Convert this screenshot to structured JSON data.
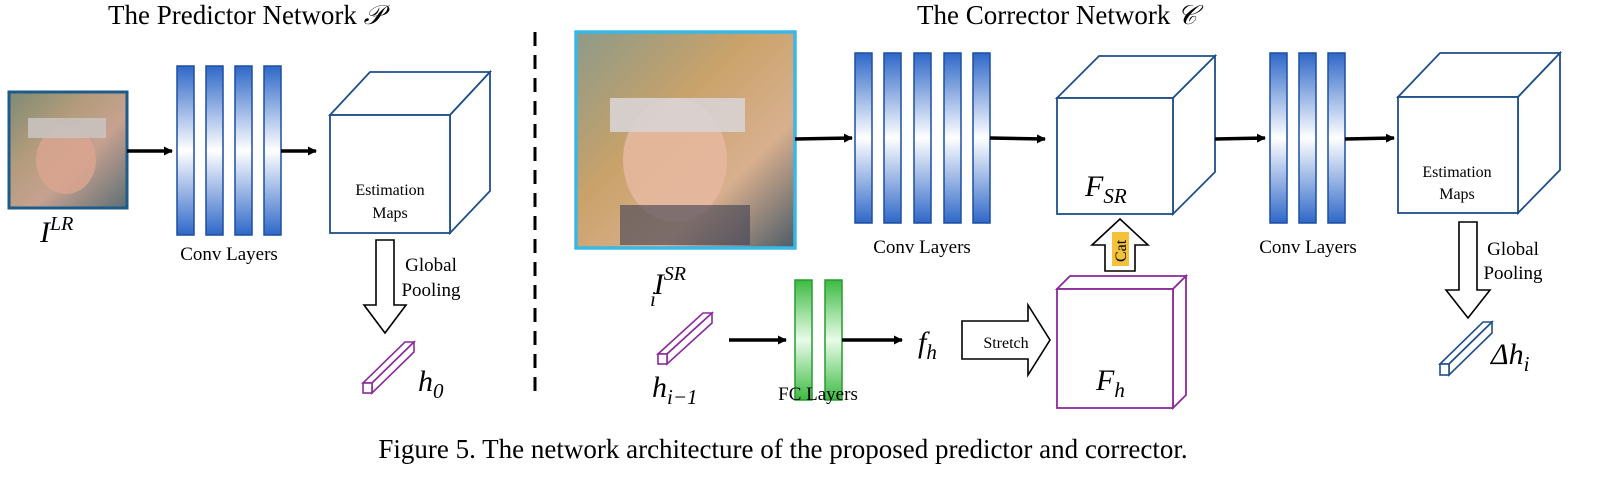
{
  "predictor": {
    "title": "The Predictor Network",
    "title_symbol": "𝒫",
    "input_base": "I",
    "input_sup": "LR",
    "conv_label": "Conv Layers",
    "maps_label_1": "Estimation",
    "maps_label_2": "Maps",
    "pool_label_1": "Global",
    "pool_label_2": "Pooling",
    "output_base": "h",
    "output_sub": "0"
  },
  "corrector": {
    "title": "The Corrector Network",
    "title_symbol": "𝒞",
    "sr_base": "I",
    "sr_sup": "SR",
    "sr_sub": "i",
    "conv_label_1": "Conv Layers",
    "fsr_base": "F",
    "fsr_sub": "SR",
    "cat_label": "Cat",
    "conv_label_2": "Conv Layers",
    "maps_label_1": "Estimation",
    "maps_label_2": "Maps",
    "pool_label_1": "Global",
    "pool_label_2": "Pooling",
    "delta_base": "Δh",
    "delta_sub": "i",
    "h_prev_base": "h",
    "h_prev_sub": "i−1",
    "fc_label": "FC Layers",
    "fh_base": "f",
    "fh_sub": "h",
    "stretch_label": "Stretch",
    "Fh_base": "F",
    "Fh_sub": "h"
  },
  "caption": "Figure 5. The network architecture of the proposed predictor and corrector.",
  "colors": {
    "conv_blue": "#3a73d0",
    "fc_green": "#46c44a",
    "purple": "#8a2a9a",
    "navy": "#1f4f8a",
    "cube_blue": "#1f4f8a",
    "sr_frame": "#39b7e6",
    "lr_frame": "#1e5a8a",
    "cat_yellow": "#f3c13a"
  }
}
